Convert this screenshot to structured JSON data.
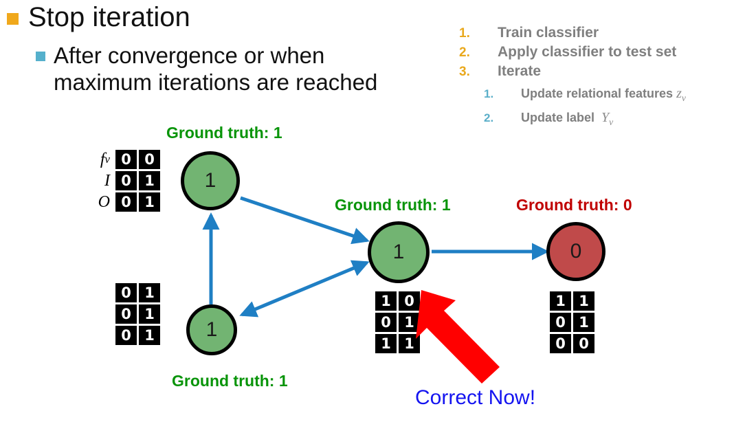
{
  "slide": {
    "bullets": {
      "level1": "Stop iteration",
      "level2_line1": "After convergence or when",
      "level2_line2": "maximum iterations are reached"
    },
    "procedure": [
      {
        "num": "1.",
        "label": "Train classifier"
      },
      {
        "num": "2.",
        "label": "Apply classifier to test set"
      },
      {
        "num": "3.",
        "label": "Iterate"
      }
    ],
    "procedure_sub": [
      {
        "num": "1.",
        "label": "Update relational features",
        "var": "z",
        "sub": "v"
      },
      {
        "num": "2.",
        "label": "Update label",
        "var": "Y",
        "sub": "v"
      }
    ],
    "annotation": "Correct Now!",
    "row_labels": [
      {
        "name": "f",
        "sub": "v"
      },
      {
        "name": "I",
        "sub": ""
      },
      {
        "name": "O",
        "sub": ""
      }
    ],
    "nodes": [
      {
        "id": "top-left",
        "value": "1",
        "state": "green",
        "caption": "Ground truth: 1",
        "caption_color": "green"
      },
      {
        "id": "bottom-left",
        "value": "1",
        "state": "green",
        "caption": "Ground truth: 1",
        "caption_color": "green"
      },
      {
        "id": "center",
        "value": "1",
        "state": "green",
        "caption": "Ground truth: 1",
        "caption_color": "green"
      },
      {
        "id": "right",
        "value": "0",
        "state": "red",
        "caption": "Ground truth: 0",
        "caption_color": "red"
      }
    ],
    "matrices": {
      "top_left": [
        [
          "0",
          "0"
        ],
        [
          "0",
          "1"
        ],
        [
          "0",
          "1"
        ]
      ],
      "bottom_left": [
        [
          "0",
          "1"
        ],
        [
          "0",
          "1"
        ],
        [
          "0",
          "1"
        ]
      ],
      "center": [
        [
          "1",
          "0"
        ],
        [
          "0",
          "1"
        ],
        [
          "1",
          "1"
        ]
      ],
      "right": [
        [
          "1",
          "1"
        ],
        [
          "0",
          "1"
        ],
        [
          "0",
          "0"
        ]
      ]
    },
    "colors": {
      "node_green": "#72B472",
      "node_red": "#C04A4A",
      "edge_blue": "#1F7FC4",
      "arrow_red": "#FF0000",
      "gt_green": "#089409",
      "gt_red": "#C00000",
      "annotation_blue": "#1414F0",
      "bullet_orange": "#F0A81C",
      "bullet_blue": "#55B0CC",
      "proc_num_orange": "#E9A81C",
      "proc_sub_blue": "#5BAFC9",
      "proc_text_gray": "#7F7F7F"
    }
  }
}
